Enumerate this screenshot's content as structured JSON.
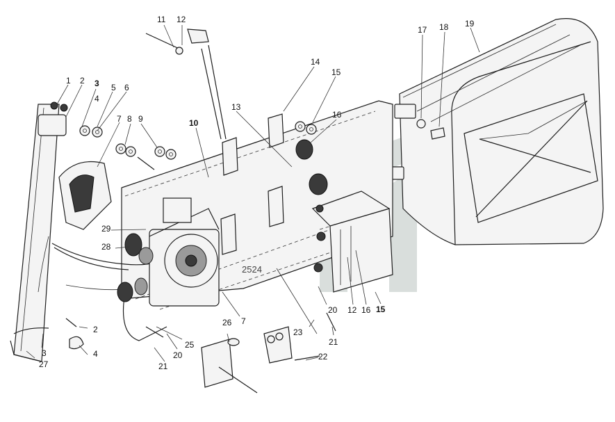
{
  "diagram": {
    "callouts": {
      "c1": "1",
      "c2a": "2",
      "c3a": "3",
      "c4a": "4",
      "c5": "5",
      "c6": "6",
      "c7a": "7",
      "c8": "8",
      "c9": "9",
      "c10": "10",
      "c11": "11",
      "c12a": "12",
      "c13": "13",
      "c14": "14",
      "c15a": "15",
      "c16a": "16",
      "c17": "17",
      "c18": "18",
      "c19": "19",
      "c20a": "20",
      "c12b": "12",
      "c16b": "16",
      "c15b": "15",
      "c21a": "21",
      "c23": "23",
      "c22": "22",
      "c26": "26",
      "c7b": "7",
      "c25": "25",
      "c20b": "20",
      "c21b": "21",
      "c29": "29",
      "c28": "28",
      "c2b": "2",
      "c4b": "4",
      "c3b": "3",
      "c27": "27"
    },
    "watermark_text": "2524"
  }
}
